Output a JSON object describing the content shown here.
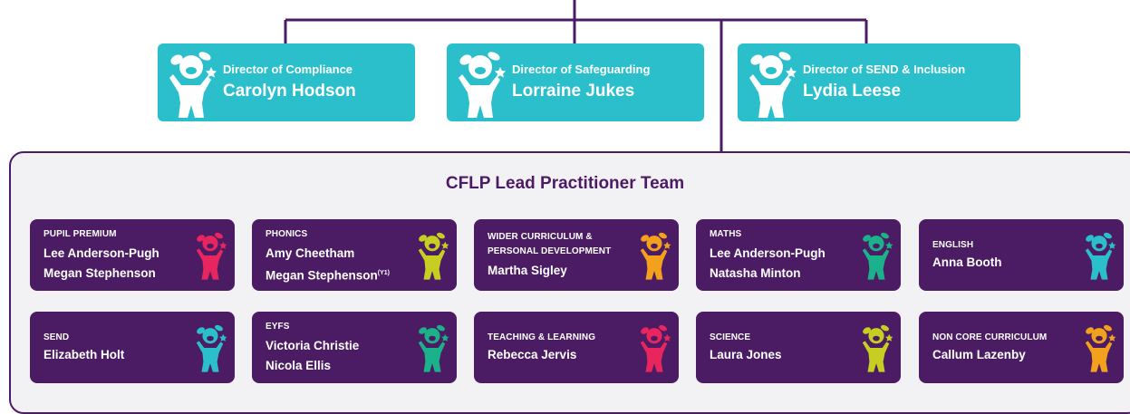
{
  "directors": [
    {
      "role": "Director of Compliance",
      "name": "Carolyn Hodson"
    },
    {
      "role": "Director of Safeguarding",
      "name": "Lorraine Jukes"
    },
    {
      "role": "Director of SEND & Inclusion",
      "name": "Lydia Leese"
    }
  ],
  "team": {
    "title": "CFLP Lead Practitioner Team",
    "cards": [
      {
        "category": [
          "PUPIL PREMIUM"
        ],
        "names": [
          "Lee Anderson-Pugh",
          "Megan Stephenson"
        ],
        "figure_color": "#e8255e",
        "figure_icon": "child-figure-icon"
      },
      {
        "category": [
          "PHONICS"
        ],
        "names": [
          "Amy Cheetham",
          "Megan Stephenson"
        ],
        "name_note": "(Y1)",
        "figure_color": "#c6cf21",
        "figure_icon": "child-figure-icon"
      },
      {
        "category": [
          "WIDER CURRICULUM &",
          "PERSONAL DEVELOPMENT"
        ],
        "names": [
          "Martha Sigley"
        ],
        "figure_color": "#f3a01d",
        "figure_icon": "child-figure-icon"
      },
      {
        "category": [
          "MATHS"
        ],
        "names": [
          "Lee Anderson-Pugh",
          "Natasha Minton"
        ],
        "figure_color": "#1bb18a",
        "figure_icon": "child-figure-icon"
      },
      {
        "category": [
          "ENGLISH"
        ],
        "names": [
          "Anna Booth"
        ],
        "figure_color": "#2bbfcc",
        "figure_icon": "child-figure-icon"
      },
      {
        "category": [
          "SEND"
        ],
        "names": [
          "Elizabeth Holt"
        ],
        "figure_color": "#2bbfcc",
        "figure_icon": "child-figure-icon"
      },
      {
        "category": [
          "EYFS"
        ],
        "names": [
          "Victoria Christie",
          "Nicola Ellis"
        ],
        "figure_color": "#1bb18a",
        "figure_icon": "child-figure-icon"
      },
      {
        "category": [
          "TEACHING & LEARNING"
        ],
        "names": [
          "Rebecca Jervis"
        ],
        "figure_color": "#e8255e",
        "figure_icon": "child-figure-icon"
      },
      {
        "category": [
          "SCIENCE"
        ],
        "names": [
          "Laura Jones"
        ],
        "figure_color": "#c6cf21",
        "figure_icon": "child-figure-icon"
      },
      {
        "category": [
          "NON CORE CURRICULUM"
        ],
        "names": [
          "Callum Lazenby"
        ],
        "figure_color": "#f3a01d",
        "figure_icon": "child-figure-icon"
      }
    ]
  },
  "colors": {
    "line": "#4b1c63",
    "director_card": "#2bbfcc",
    "team_card": "#4b1c63",
    "panel_bg": "#f2f1f4"
  }
}
